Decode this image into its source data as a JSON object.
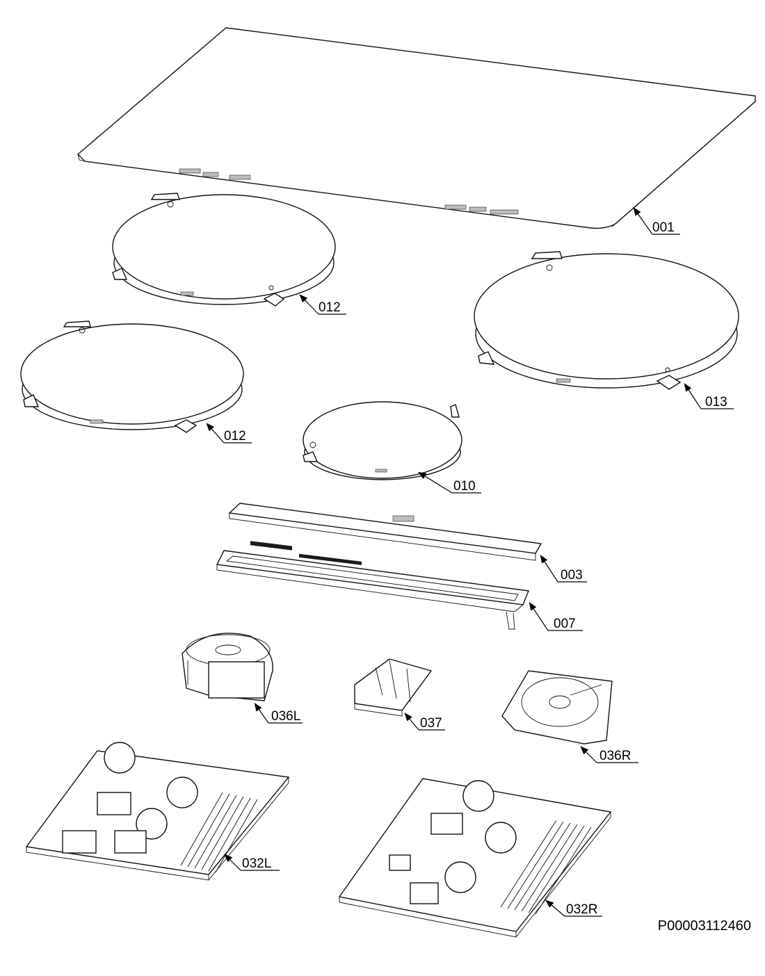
{
  "labels": {
    "p001": "001",
    "p012a": "012",
    "p013": "013",
    "p012b": "012",
    "p010": "010",
    "p003": "003",
    "p007": "007",
    "p036L": "036L",
    "p037": "037",
    "p036R": "036R",
    "p032L": "032L",
    "p032R": "032R"
  },
  "document_id": "P00003112460"
}
